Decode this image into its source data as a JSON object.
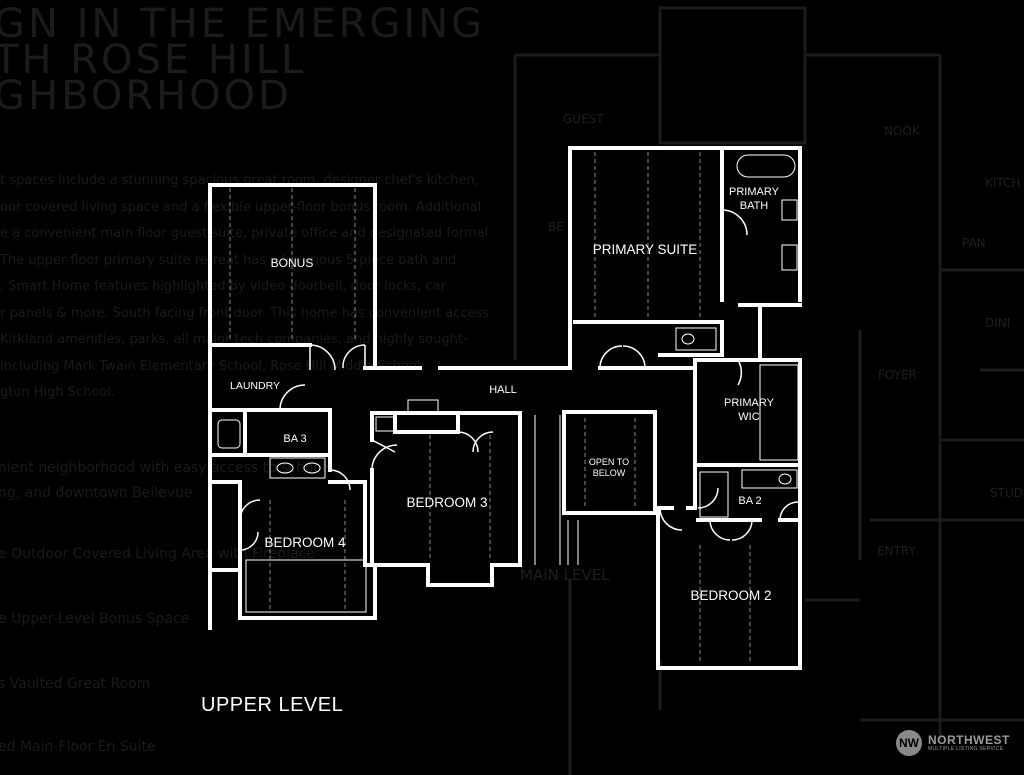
{
  "background_heading": [
    "GN IN THE EMERGING",
    "TH ROSE HILL",
    "GHBORHOOD"
  ],
  "background_paragraph": [
    "t spaces include a stunning spacious great room, designer chef's kitchen,",
    "oor covered living space and a flexible upper-floor bonus room. Additional",
    "e a convenient main floor guest suite, private office and designated formal",
    "The upper-floor primary suite retreat has a luxurious 5-piece bath and",
    ". Smart Home features highlighted by video doorbell, door locks, car",
    "r panels & more. South facing front door. This home has convenient access",
    "Kirkland amenities, parks, all major tech companies, and highly sought-",
    "including Mark Twain Elementary School, Rose Hill Middle School,",
    "gton High School."
  ],
  "background_neighborhood": [
    "nient neighborhood with easy access to schools,",
    "ng, and downtown Bellevue"
  ],
  "background_bullets": [
    "e Outdoor Covered Living Area with Fireplace",
    "e Upper-Level Bonus Space",
    "s Vaulted Great Room",
    "ed Main-Floor En Suite"
  ],
  "background_labels": {
    "guest": "GUEST",
    "bed": "BE",
    "nook": "NOOK",
    "kitchen": "KITCH",
    "pantry": "PAN",
    "dining": "DINI",
    "foyer": "FOYER",
    "study": "STUD",
    "entry": "ENTRY",
    "main_level": "MAIN LEVEL"
  },
  "rooms": {
    "bonus": "BONUS",
    "laundry": "LAUNDRY",
    "ba3": "BA 3",
    "bedroom4": "BEDROOM 4",
    "hall": "HALL",
    "bedroom3": "BEDROOM 3",
    "open_to_below_1": "OPEN TO",
    "open_to_below_2": "BELOW",
    "primary_suite": "PRIMARY SUITE",
    "primary_bath_1": "PRIMARY",
    "primary_bath_2": "BATH",
    "primary_wic_1": "PRIMARY",
    "primary_wic_2": "WIC",
    "ba2": "BA 2",
    "bedroom2": "BEDROOM 2"
  },
  "level_title": "UPPER LEVEL",
  "logo": {
    "mark": "NW",
    "name": "NORTHWEST",
    "subtitle": "MULTIPLE LISTING SERVICE"
  },
  "colors": {
    "background": "#000000",
    "walls": "#ffffff",
    "faint_lines": "#1c1c1c"
  }
}
